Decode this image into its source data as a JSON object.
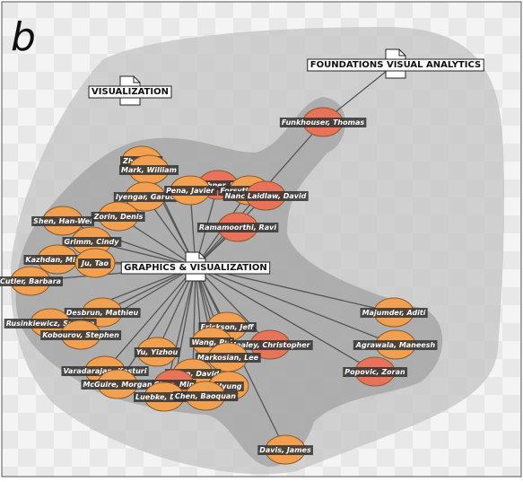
{
  "panel_letter": "b",
  "colors": {
    "background_check_a": "#f4f4f4",
    "background_check_b": "#e8e8e8",
    "outer_hull": "#c4c4c4",
    "inner_hull": "#9f9f9f",
    "node_orange": "#f0a050",
    "node_red": "#e8735a",
    "node_stroke": "#8a5a2a",
    "edge": "#555555",
    "label_bg": "#333333",
    "doc_box": "#ffffff"
  },
  "documents": [
    {
      "id": "vis",
      "label": "VISUALIZATION"
    },
    {
      "id": "fva",
      "label": "FOUNDATIONS VISUAL ANALYTICS"
    },
    {
      "id": "gv",
      "label": "GRAPHICS & VISUALIZATION"
    }
  ],
  "authors": [
    {
      "label": "Zhang, Li",
      "kind": "orange"
    },
    {
      "label": "Mark, William",
      "kind": "orange"
    },
    {
      "label": "Iyengar, Garud",
      "kind": "orange"
    },
    {
      "label": "Marschner, Steve",
      "kind": "red"
    },
    {
      "label": "Pena, Javier",
      "kind": "orange"
    },
    {
      "label": "Forsyth, David",
      "kind": "orange"
    },
    {
      "label": "Nanc Laidlaw, David",
      "kind": "red"
    },
    {
      "label": "Funkhouser, Thomas",
      "kind": "red"
    },
    {
      "label": "Ramamoorthi, Ravi",
      "kind": "red"
    },
    {
      "label": "Shen, Han-Wei",
      "kind": "orange"
    },
    {
      "label": "Zorin, Denis",
      "kind": "orange"
    },
    {
      "label": "Grimm, Cindy",
      "kind": "orange"
    },
    {
      "label": "Kazhdan, Misha",
      "kind": "orange"
    },
    {
      "label": "Ju, Tao",
      "kind": "orange"
    },
    {
      "label": "Cutler, Barbara",
      "kind": "orange"
    },
    {
      "label": "Desbrun, Mathieu",
      "kind": "orange"
    },
    {
      "label": "Rusinkiewicz, Szymon",
      "kind": "orange"
    },
    {
      "label": "Kobourov, Stephen",
      "kind": "orange"
    },
    {
      "label": "Erickson, Jeff",
      "kind": "orange"
    },
    {
      "label": "Wang, Rui",
      "kind": "orange"
    },
    {
      "label": "Healey, Christopher",
      "kind": "red"
    },
    {
      "label": "Markosian, Lee",
      "kind": "orange"
    },
    {
      "label": "Yu, Yizhou",
      "kind": "orange"
    },
    {
      "label": "Varadarajan, Kasturi",
      "kind": "orange"
    },
    {
      "label": "Breen, David",
      "kind": "orange"
    },
    {
      "label": "McGuire, Morgan",
      "kind": "orange"
    },
    {
      "label": "Chen, Min",
      "kind": "red"
    },
    {
      "label": "Hyung",
      "kind": "orange"
    },
    {
      "label": "Luebke, David",
      "kind": "orange"
    },
    {
      "label": "Chen, Baoquan",
      "kind": "orange"
    },
    {
      "label": "Majumder, Aditi",
      "kind": "orange"
    },
    {
      "label": "Agrawala, Maneesh",
      "kind": "orange"
    },
    {
      "label": "Popovic, Zoran",
      "kind": "red"
    },
    {
      "label": "Davis, James",
      "kind": "orange"
    }
  ]
}
